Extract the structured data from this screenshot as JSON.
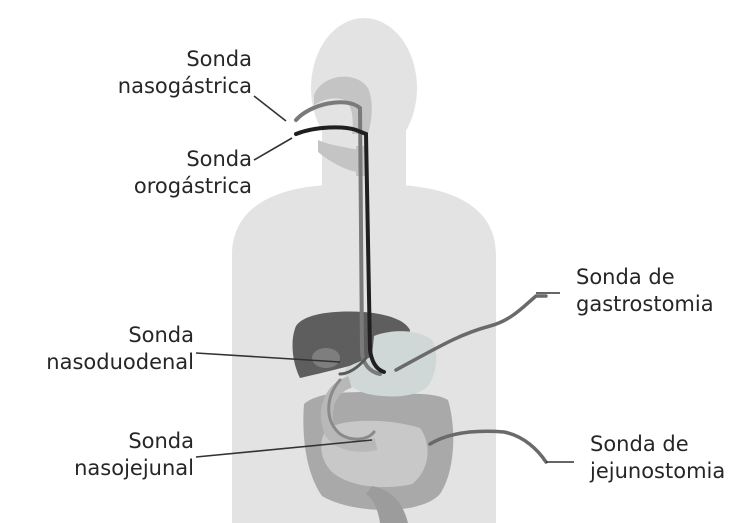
{
  "labels": {
    "nasogastrica": {
      "line1": "Sonda",
      "line2": "nasogástrica"
    },
    "orogastrica": {
      "line1": "Sonda",
      "line2": "orogástrica"
    },
    "nasoduodenal": {
      "line1": "Sonda",
      "line2": "nasoduodenal"
    },
    "nasojejunal": {
      "line1": "Sonda",
      "line2": "nasojejunal"
    },
    "gastrostomia": {
      "line1": "Sonda de",
      "line2": "gastrostomia"
    },
    "jejunostomia": {
      "line1": "Sonda de",
      "line2": "jejunostomia"
    }
  },
  "colors": {
    "body_silhouette": "#e3e3e3",
    "airway": "#c4c4c4",
    "liver": "#5e5e5e",
    "stomach": "#cfd7d7",
    "intestines": "#a9a9a9",
    "tube_dark": "#1f1f1f",
    "tube_grey": "#7a7a7a",
    "leader_line": "#333333"
  }
}
